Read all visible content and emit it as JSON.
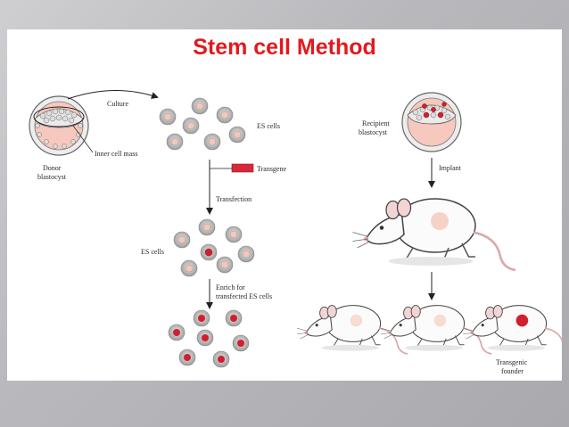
{
  "title": "Stem cell Method",
  "labels": {
    "culture": "Culture",
    "es_cells_top": "ES cells",
    "inner_cell_mass": "Inner cell mass",
    "donor_blastocyst_1": "Donor",
    "donor_blastocyst_2": "blastocyst",
    "transgene": "Transgene",
    "transfection": "Transfection",
    "es_cells_mid": "ES cells",
    "enrich_1": "Enrich for",
    "enrich_2": "transfected ES cells",
    "recipient_1": "Recipient",
    "recipient_2": "blastocyst",
    "implant": "Implant",
    "founder_1": "Transgenic",
    "founder_2": "founder"
  },
  "colors": {
    "title": "#e3191d",
    "transgene": "#d8283a",
    "cell_outer": "#b8b8b8",
    "cell_pink": "#f6c6b8",
    "transfected": "#d0202e",
    "blastocyst_fill": "#f7c8bd"
  }
}
